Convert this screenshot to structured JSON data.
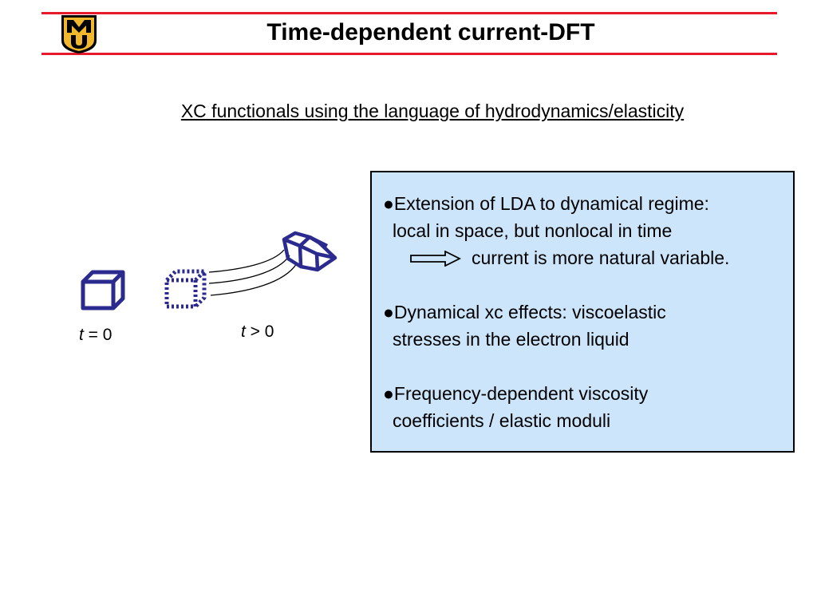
{
  "header": {
    "logo_text": "MU",
    "title": "Time-dependent current-DFT"
  },
  "subtitle": "XC functionals using the language of hydrodynamics/elasticity",
  "diagram": {
    "label_t0_var": "t",
    "label_t0_rest": " = 0",
    "label_t1_var": "t",
    "label_t1_rest": " > 0"
  },
  "textbox": {
    "item1": {
      "line1": "●Extension of LDA to dynamical regime:",
      "line2": "local in space, but nonlocal in time",
      "arrow_text": "current is more natural variable."
    },
    "item2": {
      "line1": "●Dynamical xc effects: viscoelastic",
      "line2": "stresses in the electron liquid"
    },
    "item3": {
      "line1": "●Frequency-dependent viscosity",
      "line2": "coefficients / elastic moduli"
    }
  },
  "colors": {
    "rule": "#e8192c",
    "logo_gold": "#f1b82d",
    "cube_blue": "#2b2b8f",
    "box_bg": "#cce5fb"
  },
  "icons": [
    "university-logo",
    "cube-icon",
    "dotted-cube-icon",
    "deformed-cube-icon",
    "right-arrow-icon"
  ]
}
